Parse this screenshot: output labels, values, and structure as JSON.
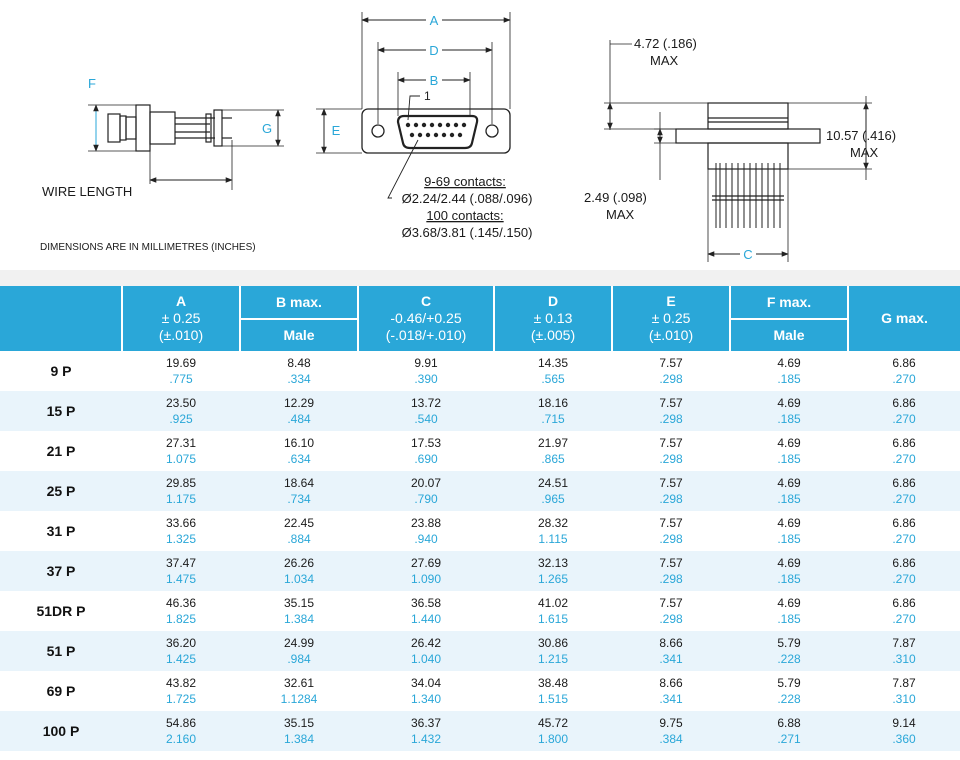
{
  "drawing": {
    "labels": {
      "A": "A",
      "B": "B",
      "C": "C",
      "D": "D",
      "E": "E",
      "F": "F",
      "G": "G",
      "pin1": "1"
    },
    "wire_length": "WIRE LENGTH",
    "note": "DIMENSIONS ARE IN MILLIMETRES (INCHES)",
    "contacts_1_title": "9-69 contacts:",
    "contacts_1_value": "Ø2.24/2.44 (.088/.096)",
    "contacts_2_title": "100 contacts:",
    "contacts_2_value": "Ø3.68/3.81 (.145/.150)",
    "height_max_value": "4.72 (.186)",
    "height_max_label": "MAX",
    "flange_max_value": "10.57 (.416)",
    "flange_max_label": "MAX",
    "thickness_max_value": "2.49 (.098)",
    "thickness_max_label": "MAX"
  },
  "table": {
    "headers": {
      "A": {
        "l1": "A",
        "l2": "± 0.25",
        "l3": "(±.010)"
      },
      "B": {
        "top": "B max.",
        "sub": "Male"
      },
      "C": {
        "l1": "C",
        "l2": "-0.46/+0.25",
        "l3": "(-.018/+.010)"
      },
      "D": {
        "l1": "D",
        "l2": "± 0.13",
        "l3": "(±.005)"
      },
      "E": {
        "l1": "E",
        "l2": "± 0.25",
        "l3": "(±.010)"
      },
      "F": {
        "top": "F max.",
        "sub": "Male"
      },
      "G": {
        "top": "G max."
      }
    },
    "rows": [
      {
        "label": "9 P",
        "a": [
          "19.69",
          ".775"
        ],
        "b": [
          "8.48",
          ".334"
        ],
        "c": [
          "9.91",
          ".390"
        ],
        "d": [
          "14.35",
          ".565"
        ],
        "e": [
          "7.57",
          ".298"
        ],
        "f": [
          "4.69",
          ".185"
        ],
        "g": [
          "6.86",
          ".270"
        ]
      },
      {
        "label": "15 P",
        "a": [
          "23.50",
          ".925"
        ],
        "b": [
          "12.29",
          ".484"
        ],
        "c": [
          "13.72",
          ".540"
        ],
        "d": [
          "18.16",
          ".715"
        ],
        "e": [
          "7.57",
          ".298"
        ],
        "f": [
          "4.69",
          ".185"
        ],
        "g": [
          "6.86",
          ".270"
        ]
      },
      {
        "label": "21 P",
        "a": [
          "27.31",
          "1.075"
        ],
        "b": [
          "16.10",
          ".634"
        ],
        "c": [
          "17.53",
          ".690"
        ],
        "d": [
          "21.97",
          ".865"
        ],
        "e": [
          "7.57",
          ".298"
        ],
        "f": [
          "4.69",
          ".185"
        ],
        "g": [
          "6.86",
          ".270"
        ]
      },
      {
        "label": "25 P",
        "a": [
          "29.85",
          "1.175"
        ],
        "b": [
          "18.64",
          ".734"
        ],
        "c": [
          "20.07",
          ".790"
        ],
        "d": [
          "24.51",
          ".965"
        ],
        "e": [
          "7.57",
          ".298"
        ],
        "f": [
          "4.69",
          ".185"
        ],
        "g": [
          "6.86",
          ".270"
        ]
      },
      {
        "label": "31 P",
        "a": [
          "33.66",
          "1.325"
        ],
        "b": [
          "22.45",
          ".884"
        ],
        "c": [
          "23.88",
          ".940"
        ],
        "d": [
          "28.32",
          "1.115"
        ],
        "e": [
          "7.57",
          ".298"
        ],
        "f": [
          "4.69",
          ".185"
        ],
        "g": [
          "6.86",
          ".270"
        ]
      },
      {
        "label": "37 P",
        "a": [
          "37.47",
          "1.475"
        ],
        "b": [
          "26.26",
          "1.034"
        ],
        "c": [
          "27.69",
          "1.090"
        ],
        "d": [
          "32.13",
          "1.265"
        ],
        "e": [
          "7.57",
          ".298"
        ],
        "f": [
          "4.69",
          ".185"
        ],
        "g": [
          "6.86",
          ".270"
        ]
      },
      {
        "label": "51DR P",
        "a": [
          "46.36",
          "1.825"
        ],
        "b": [
          "35.15",
          "1.384"
        ],
        "c": [
          "36.58",
          "1.440"
        ],
        "d": [
          "41.02",
          "1.615"
        ],
        "e": [
          "7.57",
          ".298"
        ],
        "f": [
          "4.69",
          ".185"
        ],
        "g": [
          "6.86",
          ".270"
        ]
      },
      {
        "label": "51 P",
        "a": [
          "36.20",
          "1.425"
        ],
        "b": [
          "24.99",
          ".984"
        ],
        "c": [
          "26.42",
          "1.040"
        ],
        "d": [
          "30.86",
          "1.215"
        ],
        "e": [
          "8.66",
          ".341"
        ],
        "f": [
          "5.79",
          ".228"
        ],
        "g": [
          "7.87",
          ".310"
        ]
      },
      {
        "label": "69 P",
        "a": [
          "43.82",
          "1.725"
        ],
        "b": [
          "32.61",
          "1.1284"
        ],
        "c": [
          "34.04",
          "1.340"
        ],
        "d": [
          "38.48",
          "1.515"
        ],
        "e": [
          "8.66",
          ".341"
        ],
        "f": [
          "5.79",
          ".228"
        ],
        "g": [
          "7.87",
          ".310"
        ]
      },
      {
        "label": "100 P",
        "a": [
          "54.86",
          "2.160"
        ],
        "b": [
          "35.15",
          "1.384"
        ],
        "c": [
          "36.37",
          "1.432"
        ],
        "d": [
          "45.72",
          "1.800"
        ],
        "e": [
          "9.75",
          ".384"
        ],
        "f": [
          "6.88",
          ".271"
        ],
        "g": [
          "9.14",
          ".360"
        ]
      }
    ]
  },
  "colors": {
    "accent": "#2aa7d8",
    "stripe": "#e9f4fb",
    "header_text": "#ffffff"
  }
}
